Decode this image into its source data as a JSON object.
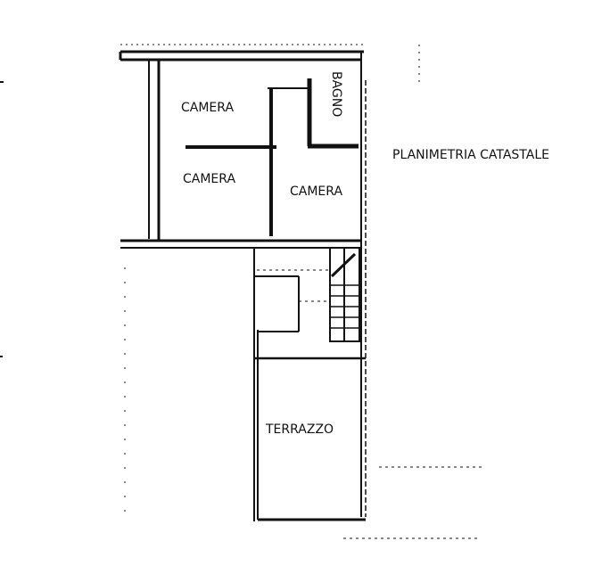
{
  "title": "PLANIMETRIA CATASTALE",
  "rooms": [
    {
      "name": "CAMERA"
    },
    {
      "name": "CAMERA"
    },
    {
      "name": "CAMERA"
    },
    {
      "name": "BAGNO"
    },
    {
      "name": "TERRAZZO"
    }
  ],
  "colors": {
    "ink": "#111111",
    "background": "#ffffff"
  }
}
